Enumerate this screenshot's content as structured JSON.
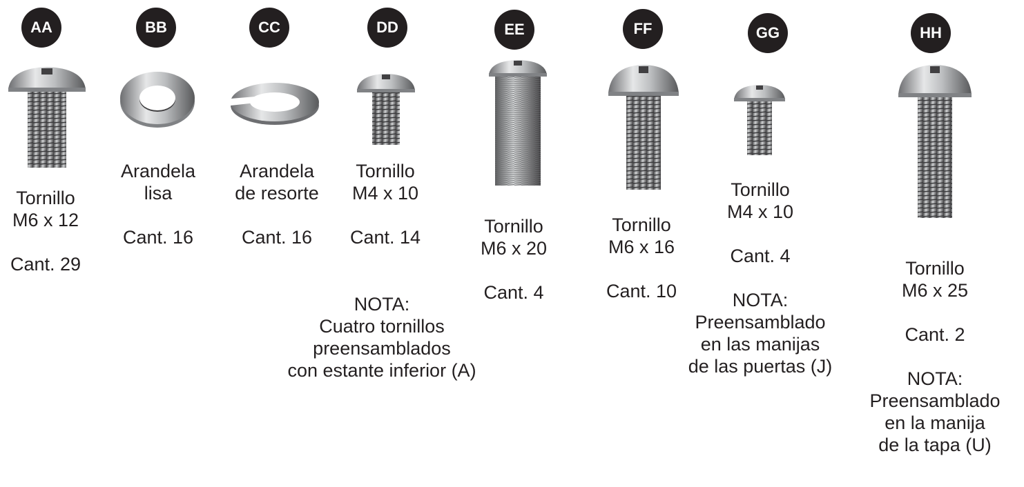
{
  "items": [
    {
      "id": "AA",
      "name": "Tornillo",
      "size": "M6 x 12",
      "qty": "Cant. 29"
    },
    {
      "id": "BB",
      "name": "Arandela",
      "size": "lisa",
      "qty": "Cant. 16"
    },
    {
      "id": "CC",
      "name": "Arandela",
      "size": "de resorte",
      "qty": "Cant. 16"
    },
    {
      "id": "DD",
      "name": "Tornillo",
      "size": "M4 x 10",
      "qty": "Cant. 14",
      "note": [
        "NOTA:",
        "Cuatro tornillos",
        "preensamblados",
        "con estante inferior (A)"
      ]
    },
    {
      "id": "EE",
      "name": "Tornillo",
      "size": "M6 x 20",
      "qty": "Cant. 4"
    },
    {
      "id": "FF",
      "name": "Tornillo",
      "size": "M6 x 16",
      "qty": "Cant. 10"
    },
    {
      "id": "GG",
      "name": "Tornillo",
      "size": "M4 x 10",
      "qty": "Cant. 4",
      "note": [
        "NOTA:",
        "Preensamblado",
        "en las manijas",
        "de las puertas (J)"
      ]
    },
    {
      "id": "HH",
      "name": "Tornillo",
      "size": "M6 x 25",
      "qty": "Cant. 2",
      "note": [
        "NOTA:",
        "Preensamblado",
        "en la manija",
        "de la tapa (U)"
      ]
    }
  ]
}
